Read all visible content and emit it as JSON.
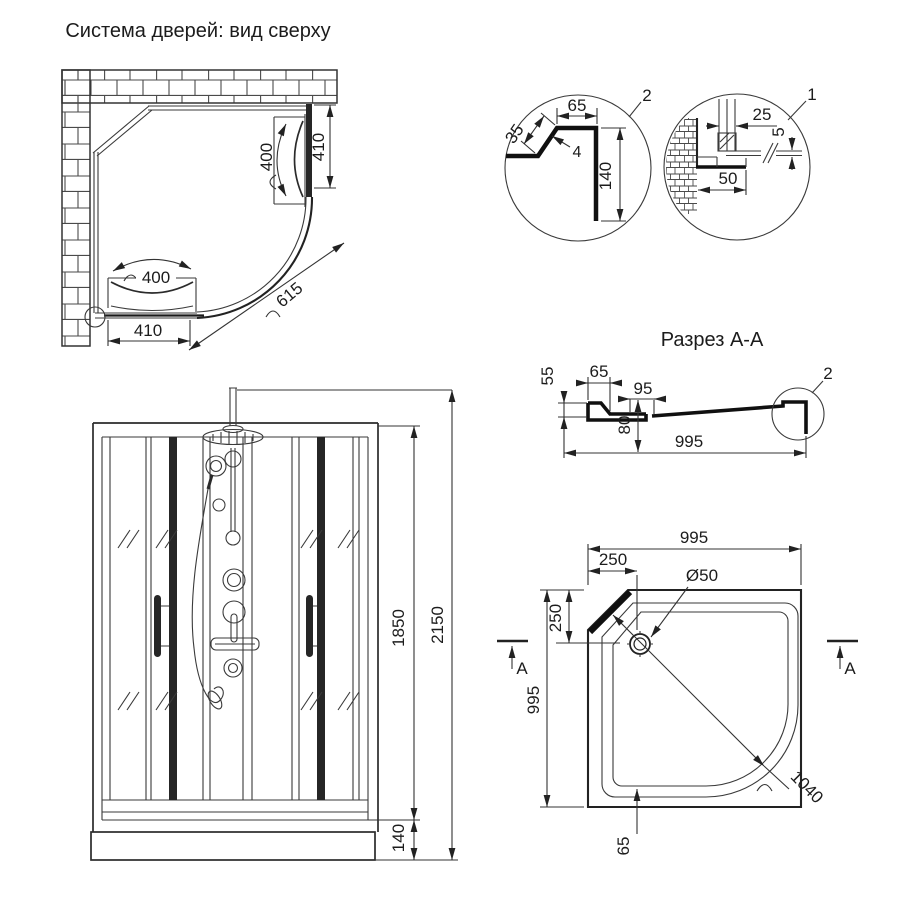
{
  "drawing": {
    "titles": {
      "top_view": "Система дверей: вид сверху",
      "section_aa": "Разрез А-А"
    },
    "callouts": {
      "detail_1": "1",
      "detail_2": "2",
      "section_marker": "A"
    },
    "top_view_dims": {
      "right_door_width": "400",
      "right_opening": "410",
      "bottom_door_width": "400",
      "bottom_opening": "410",
      "arc_length": "615"
    },
    "detail_2_dims": {
      "top_width": "65",
      "edge": "35",
      "glass_thickness": "4",
      "height": "140"
    },
    "detail_1_dims": {
      "profile_width": "25",
      "gap": "5",
      "wall_offset": "50"
    },
    "section_aa_dims": {
      "edge_height": "55",
      "rim_width": "65",
      "ledge_width": "95",
      "depth": "80",
      "overall_width": "995"
    },
    "front_view_dims": {
      "glass_height": "1850",
      "total_height": "2150",
      "tray_height": "140"
    },
    "tray_dims": {
      "overall_width": "995",
      "drain_offset_top": "250",
      "drain_diameter": "Ø50",
      "drain_offset_left": "250",
      "overall_depth": "995",
      "diagonal": "1040",
      "bottom_rim": "65"
    }
  }
}
